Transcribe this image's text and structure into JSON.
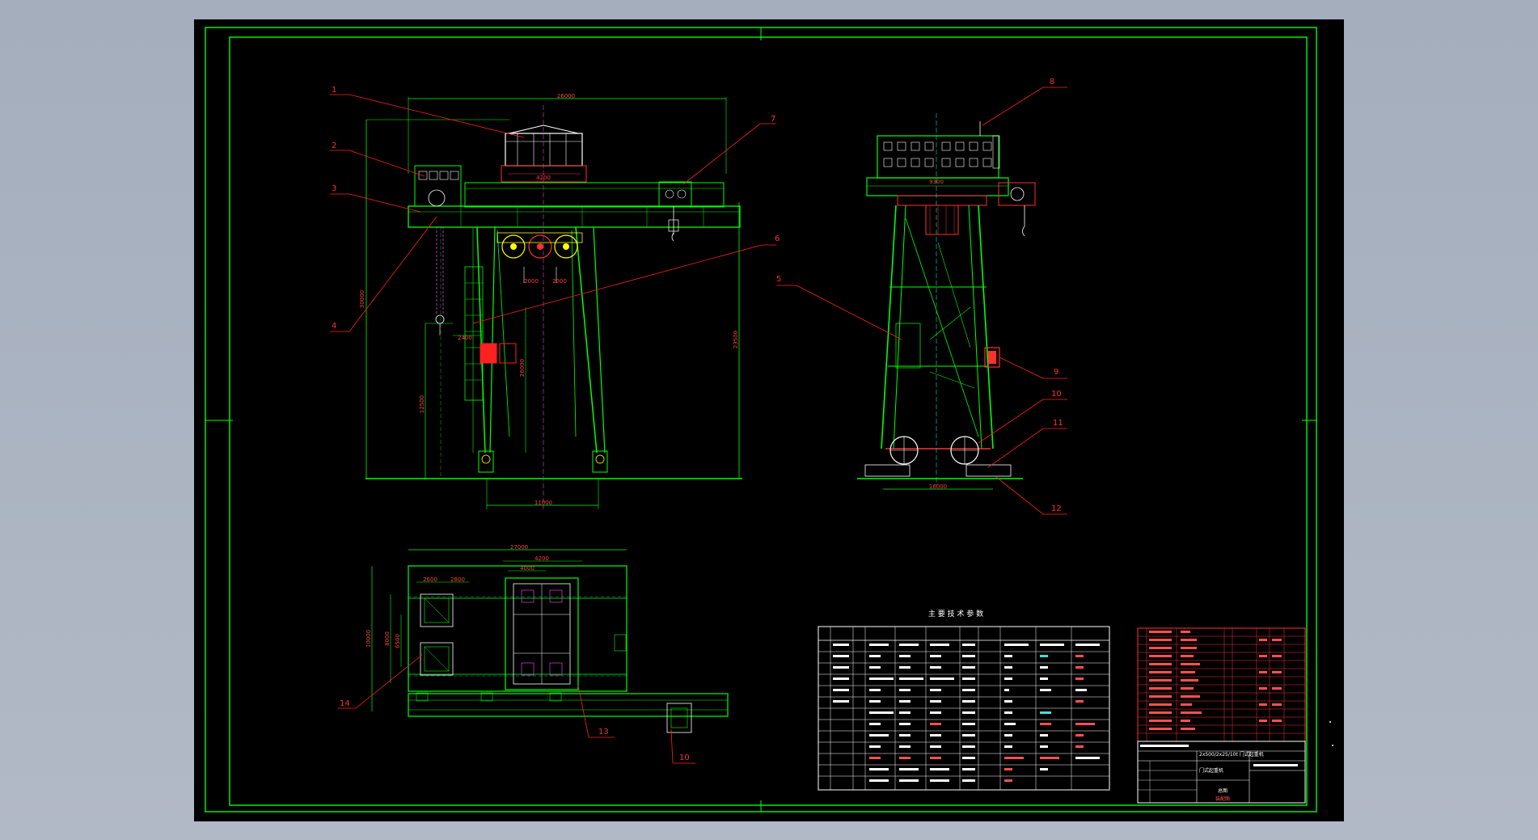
{
  "drawing": {
    "table_title": "主 要 技 术 参 数",
    "callouts": [
      "1",
      "2",
      "3",
      "4",
      "5",
      "6",
      "7",
      "8",
      "9",
      "10",
      "11",
      "12",
      "13",
      "14",
      "10"
    ],
    "dimensions": {
      "front_top": "26000",
      "front_trolley": "4200",
      "front_height": "30000",
      "front_hoist": "23500",
      "front_mid": "26000",
      "front_left_sub": "12500",
      "front_base": "11000",
      "front_offset": "2400",
      "front_pitch_a": "2000",
      "front_pitch_b": "2000",
      "side_top": "9300",
      "side_base": "16000",
      "plan_top": "27000",
      "plan_a": "4200",
      "plan_b": "4000",
      "plan_c": "2600",
      "plan_d": "2800",
      "plan_e": "8000",
      "plan_f": "10000",
      "plan_g": "6500"
    },
    "title_block": {
      "drawing_name": "门式起重机",
      "spec_line": "2x500/2x25/10t 门式起重机",
      "label": "总图",
      "sub_label": "装配图"
    }
  },
  "colors": {
    "background": "#000000",
    "frame": "#00ff00",
    "structure": "#00ff00",
    "callout": "#ff2020",
    "white": "#ffffff",
    "cyan": "#00e0e0",
    "magenta": "#e040e0",
    "yellow": "#ffff00"
  }
}
